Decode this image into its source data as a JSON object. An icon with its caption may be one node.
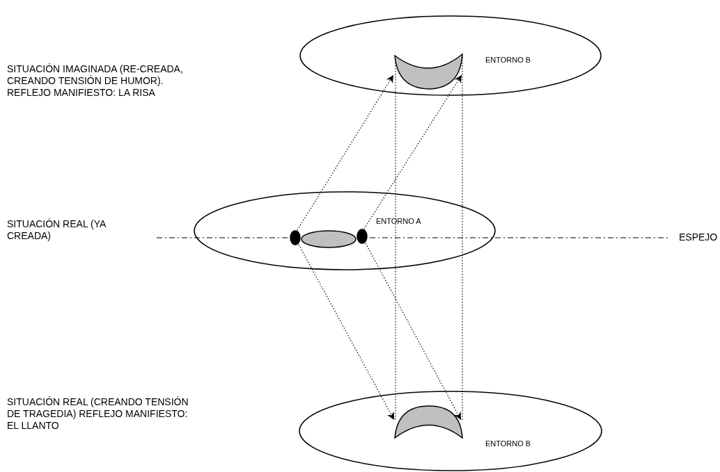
{
  "diagram": {
    "nodes": [
      {
        "text": [
          "ENTORNO B"
        ]
      },
      {
        "text": [],
        "shape": "crescent",
        "in": 0
      },
      {
        "text": [
          "ENTORNO A"
        ]
      },
      {
        "text": [],
        "shape": "ellipse",
        "in": 2
      },
      {
        "text": [],
        "shape": "circle",
        "in": 2
      },
      {
        "text": [],
        "shape": "circle",
        "in": 2
      },
      {
        "text": [
          "ENTORNO B"
        ]
      },
      {
        "text": [],
        "shape": "crescent",
        "in": 6
      }
    ],
    "edges": [
      {
        "from": 4,
        "to": 1,
        "arrow": "to"
      },
      {
        "from": 5,
        "to": 1,
        "arrow": "to"
      },
      {
        "from": 1,
        "to": 7,
        "arrow": "none"
      },
      {
        "from": 1,
        "to": 7,
        "arrow": "none"
      },
      {
        "from": 4,
        "to": 7,
        "arrow": "to"
      },
      {
        "from": 5,
        "to": 7,
        "arrow": "to"
      }
    ],
    "labels": [
      "SITUACIÓN IMAGINADA (RE-CREADA, CREANDO TENSIÓN DE HUMOR). REFLEJO MANIFIESTO: LA RISA",
      "SITUACIÓN REAL (YA CREADA)",
      "ESPEJO",
      "SITUACIÓN REAL (CREANDO TENSIÓN DE TRAGEDIA) REFLEJO MANIFIESTO: EL LLANTO"
    ]
  }
}
